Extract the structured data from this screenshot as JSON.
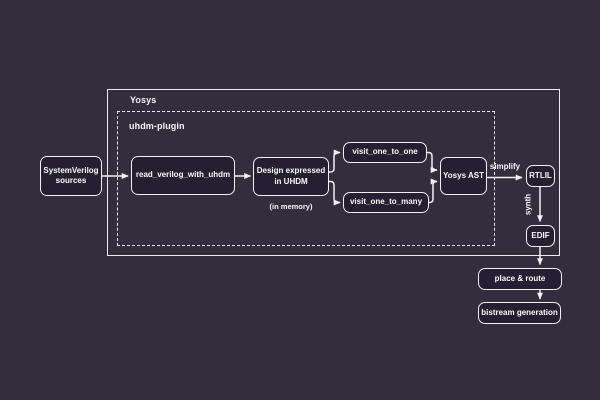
{
  "canvas": {
    "background_color": "#322e3e",
    "stroke_color": "#f0f0f0",
    "node_fill_color": "#242031",
    "text_color": "#fafafa"
  },
  "containers": {
    "yosys": {
      "label": "Yosys",
      "border_style": "solid"
    },
    "uhdm_plugin": {
      "label": "uhdm-plugin",
      "border_style": "dashed"
    }
  },
  "nodes": {
    "sv_sources": {
      "label": "SystemVerilog\nsources"
    },
    "read_verilog": {
      "label": "read_verilog_with_uhdm"
    },
    "design_uhdm": {
      "label": "Design expressed\nin UHDM"
    },
    "visit_one_to_one": {
      "label": "visit_one_to_one"
    },
    "visit_one_to_many": {
      "label": "visit_one_to_many"
    },
    "yosys_ast": {
      "label": "Yosys AST"
    },
    "rtlil": {
      "label": "RTLIL"
    },
    "edif": {
      "label": "EDIF"
    },
    "place_route": {
      "label": "place & route"
    },
    "bistream": {
      "label": "bistream generation"
    }
  },
  "annotations": {
    "in_memory": "(in memory)",
    "simplify": "simplify",
    "synth": "synth"
  },
  "edges": [
    {
      "from": "sv_sources",
      "to": "read_verilog"
    },
    {
      "from": "read_verilog",
      "to": "design_uhdm"
    },
    {
      "from": "design_uhdm",
      "to": "visit_one_to_one"
    },
    {
      "from": "design_uhdm",
      "to": "visit_one_to_many"
    },
    {
      "from": "visit_one_to_one",
      "to": "yosys_ast"
    },
    {
      "from": "visit_one_to_many",
      "to": "yosys_ast"
    },
    {
      "from": "yosys_ast",
      "to": "rtlil",
      "label": "simplify"
    },
    {
      "from": "rtlil",
      "to": "edif",
      "label": "synth"
    },
    {
      "from": "edif",
      "to": "place_route"
    },
    {
      "from": "place_route",
      "to": "bistream"
    }
  ]
}
